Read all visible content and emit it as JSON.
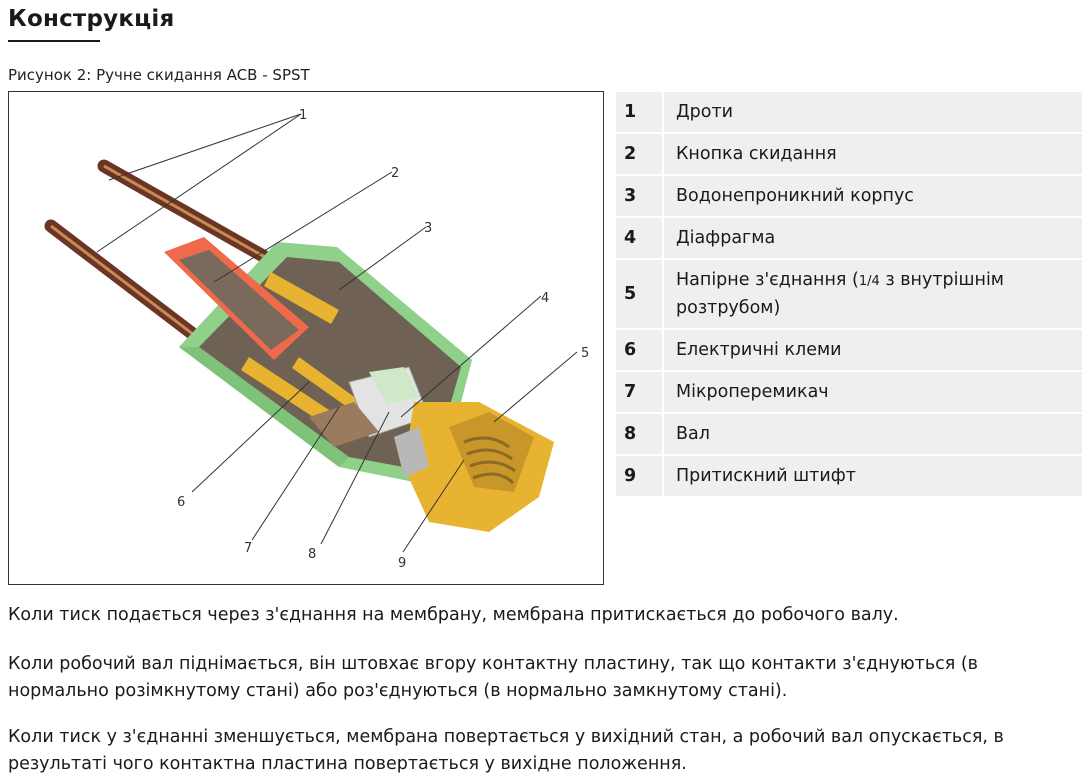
{
  "heading": "Конструкція",
  "caption": "Рисунок 2: Ручне скидання ACB - SPST",
  "figure": {
    "callouts": [
      "1",
      "2",
      "3",
      "4",
      "5",
      "6",
      "7",
      "8",
      "9"
    ]
  },
  "legend": [
    {
      "num": "1",
      "label": "Дроти"
    },
    {
      "num": "2",
      "label": "Кнопка скидання"
    },
    {
      "num": "3",
      "label": "Водонепроникний корпус"
    },
    {
      "num": "4",
      "label": "Діафрагма"
    },
    {
      "num": "5",
      "label_main": "Напірне з'єднання (",
      "label_fraction": "1/4",
      "label_tail": " з внутрішнім розтрубом)"
    },
    {
      "num": "6",
      "label": "Електричні клеми"
    },
    {
      "num": "7",
      "label": "Мікроперемикач"
    },
    {
      "num": "8",
      "label": "Вал"
    },
    {
      "num": "9",
      "label": "Притискний штифт"
    }
  ],
  "paragraphs": [
    "Коли тиск подається через з'єднання на мембрану, мембрана притискається до робочого валу.",
    "Коли робочий вал піднімається, він штовхає вгору контактну пластину, так що контакти з'єднуються (в нормально розімкнутому стані) або роз'єднуються (в нормально замкнутому стані).",
    "Коли тиск у з'єднанні зменшується, мембрана повертається у вихідний стан, а робочий вал опускається, в результаті чого контактна пластина повертається у вихідне положення."
  ],
  "colors": {
    "housing_green": "#8fd18a",
    "reset_button": "#ef6a4a",
    "brass": "#e8b330",
    "wire_copper": "#8a4a32"
  }
}
